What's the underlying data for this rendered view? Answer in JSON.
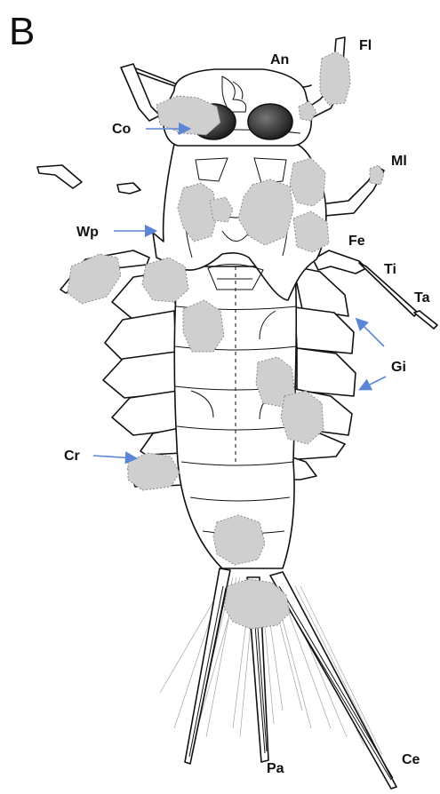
{
  "figure": {
    "panel_label": "B",
    "labels": {
      "an": "An",
      "fl": "Fl",
      "co": "Co",
      "ml": "Ml",
      "wp": "Wp",
      "fe": "Fe",
      "ti": "Ti",
      "ta": "Ta",
      "gi": "Gi",
      "cr": "Cr",
      "pa": "Pa",
      "ce": "Ce"
    },
    "colors": {
      "line": "#111111",
      "arrow": "#5b86d6",
      "fossil_patch": "#cfcfcf",
      "eye": "#1a1a1a",
      "filament": "#9a9a9a"
    }
  }
}
